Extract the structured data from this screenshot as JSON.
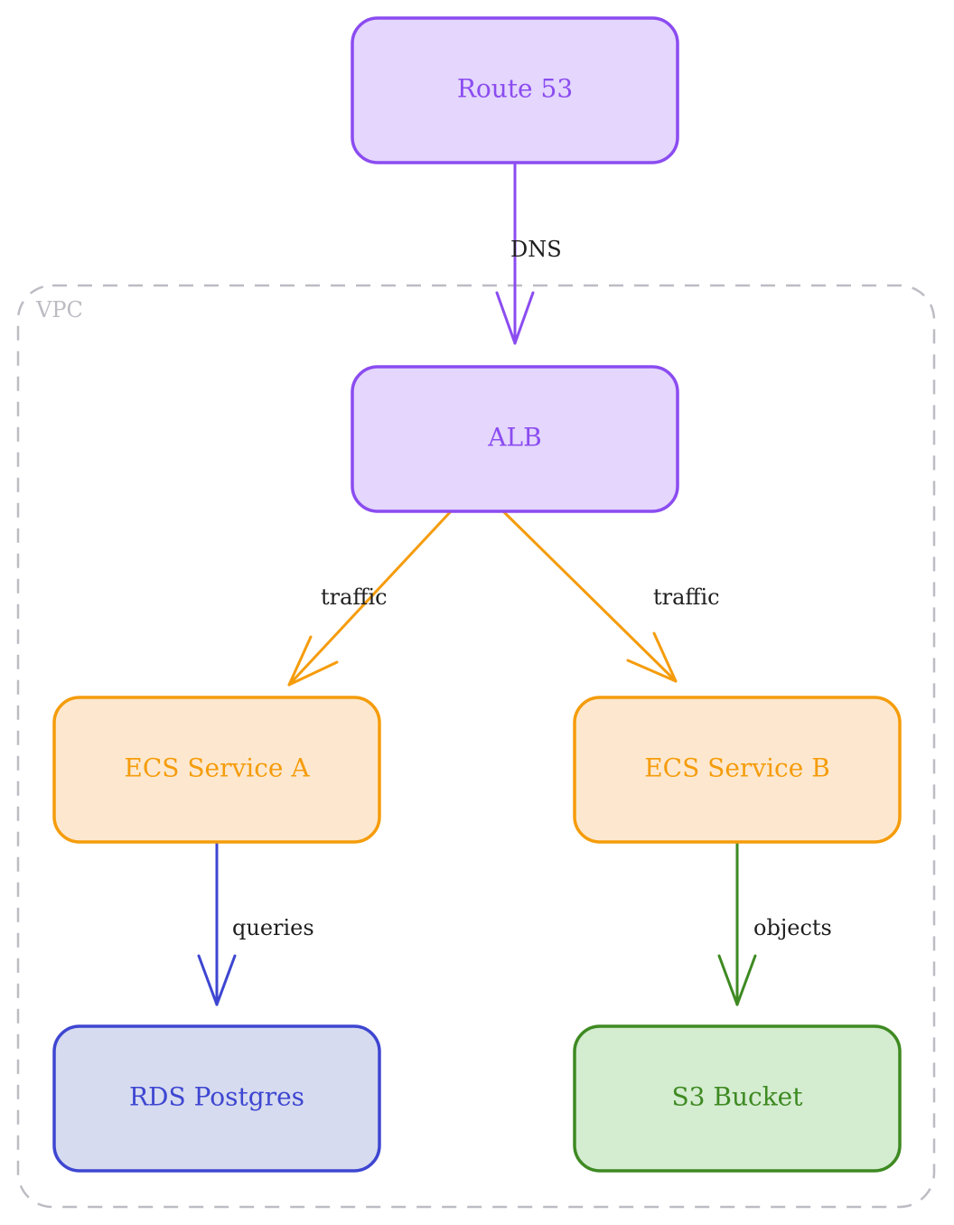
{
  "diagram": {
    "group": {
      "label": "VPC",
      "stroke": "#bcbcc4"
    },
    "nodes": {
      "route53": {
        "label": "Route 53",
        "stroke": "#8b4cf0",
        "fill": "#e4d6fd",
        "text": "#8b4cf0"
      },
      "alb": {
        "label": "ALB",
        "stroke": "#8b4cf0",
        "fill": "#e4d6fd",
        "text": "#8b4cf0"
      },
      "ecs_a": {
        "label": "ECS Service A",
        "stroke": "#f59c0b",
        "fill": "#fde8cf",
        "text": "#f59c0b"
      },
      "ecs_b": {
        "label": "ECS Service B",
        "stroke": "#f59c0b",
        "fill": "#fde8cf",
        "text": "#f59c0b"
      },
      "rds": {
        "label": "RDS Postgres",
        "stroke": "#3e46d1",
        "fill": "#d6dbf0",
        "text": "#3e46d1"
      },
      "s3": {
        "label": "S3 Bucket",
        "stroke": "#3e8a22",
        "fill": "#d4ecd0",
        "text": "#3e8a22"
      }
    },
    "edges": {
      "dns": {
        "from": "Route 53",
        "to": "ALB",
        "label": "DNS",
        "color": "#8b4cf0"
      },
      "traffic_a": {
        "from": "ALB",
        "to": "ECS Service A",
        "label": "traffic",
        "color": "#f59c0b"
      },
      "traffic_b": {
        "from": "ALB",
        "to": "ECS Service B",
        "label": "traffic",
        "color": "#f59c0b"
      },
      "queries": {
        "from": "ECS Service A",
        "to": "RDS Postgres",
        "label": "queries",
        "color": "#3e46d1"
      },
      "objects": {
        "from": "ECS Service B",
        "to": "S3 Bucket",
        "label": "objects",
        "color": "#3e8a22"
      }
    }
  }
}
